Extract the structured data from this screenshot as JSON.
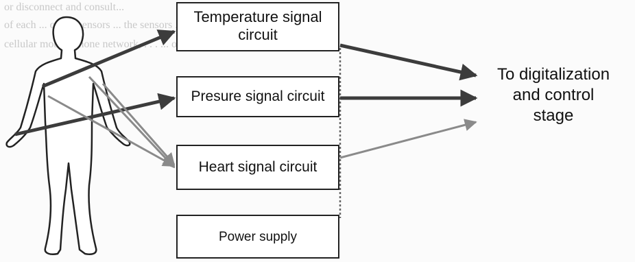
{
  "blocks": {
    "temperature": {
      "line1": "Temperature signal",
      "line2": "circuit"
    },
    "pressure": {
      "label": "Presure signal circuit"
    },
    "heart": {
      "label": "Heart signal circuit"
    },
    "power": {
      "label": "Power supply"
    }
  },
  "destination": {
    "line1": "To digitalization",
    "line2": "and control",
    "line3": "stage"
  },
  "background_text": {
    "line1": "or disconnect and consult...",
    "line2": "of each ... of the sensors ... the sensors ... alarm",
    "line3": "cellular mobile phone network, . . . ... of ... ... through . . ."
  },
  "colors": {
    "box_border": "#222222",
    "arrow_dark": "#3c3c3c",
    "arrow_gray": "#8a8a8a",
    "figure_outline": "#222222"
  }
}
